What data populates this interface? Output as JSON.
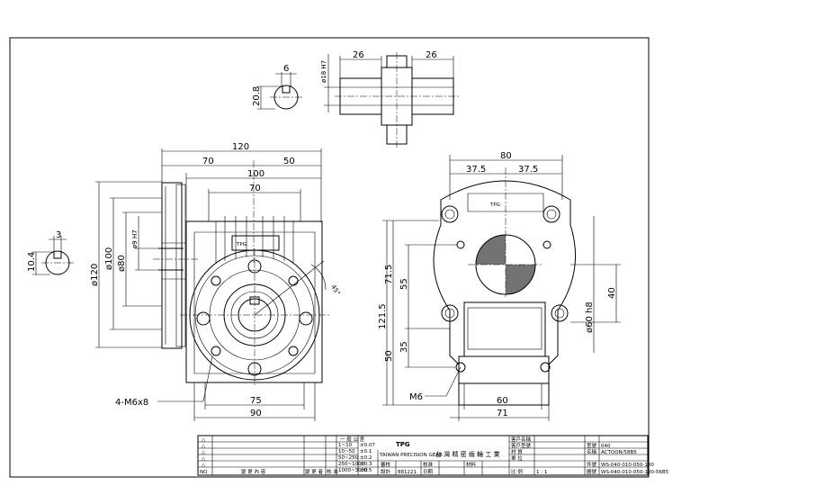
{
  "dims": {
    "key_width": "6",
    "key_height": "20.8",
    "bore_h7": "ø18 H7",
    "hub_left": "26",
    "hub_right": "26",
    "width_120": "120",
    "width_70_left": "70",
    "width_50": "50",
    "width_100": "100",
    "width_70_inner": "70",
    "bore_9_h7": "ø9 H7",
    "dia_80": "ø80",
    "dia_100": "ø100",
    "dia_120": "ø120",
    "shaft_3": "3",
    "shaft_10_4": "10.4",
    "angle_45": "45°",
    "thread_holes": "4-M6x8",
    "width_75": "75",
    "width_90": "90",
    "right_80": "80",
    "right_37_5_a": "37.5",
    "right_37_5_b": "37.5",
    "h_71_5": "71.5",
    "h_55": "55",
    "h_121_5": "121.5",
    "h_35": "35",
    "h_50": "50",
    "h_40": "40",
    "dia_60_h8": "ø60 h8",
    "m6": "M6",
    "width_60": "60",
    "width_71": "71"
  },
  "title_block": {
    "col_no": "NO",
    "rev_rows": [
      "△",
      "△",
      "△",
      "△",
      "△"
    ],
    "ratio_header": "一 般 公 差",
    "ratio_rows": [
      [
        "1~10",
        "±0.07"
      ],
      [
        "10~50",
        "±0.1"
      ],
      [
        "50~250",
        "±0.2"
      ],
      [
        "250~1000",
        "±0.3"
      ],
      [
        "1000~3000",
        "±0.5"
      ]
    ],
    "change_desc": "變 更 內 容",
    "change_date": "變 更 者",
    "change_sign": "核 准",
    "company": "台 灣 精 密 齒 輪 工 業",
    "logo": "TPG",
    "logo_sub": "TAIWAN PRECISION GEAR",
    "design_lbl": "設計",
    "design_date": "881221",
    "check_lbl": "審核",
    "approve_lbl": "核准",
    "date_lbl": "日期",
    "material_lbl": "材料",
    "scale_lbl": "比 例",
    "scale_val": "1 : 1",
    "customer_lbl": "客戶名稱",
    "model_lbl": "客戶型號",
    "size_lbl": "材 質",
    "unit_lbl": "單 位",
    "type_lbl": "型號",
    "type_val": "040",
    "name_lbl": "名稱",
    "name_val": "ACTOON/58B5",
    "drawno_lbl": "件號",
    "drawno_val": "WS-040-010-050-100",
    "partno_lbl": "圖號",
    "partno_val": "WS-040-010-050-100-56B5"
  }
}
